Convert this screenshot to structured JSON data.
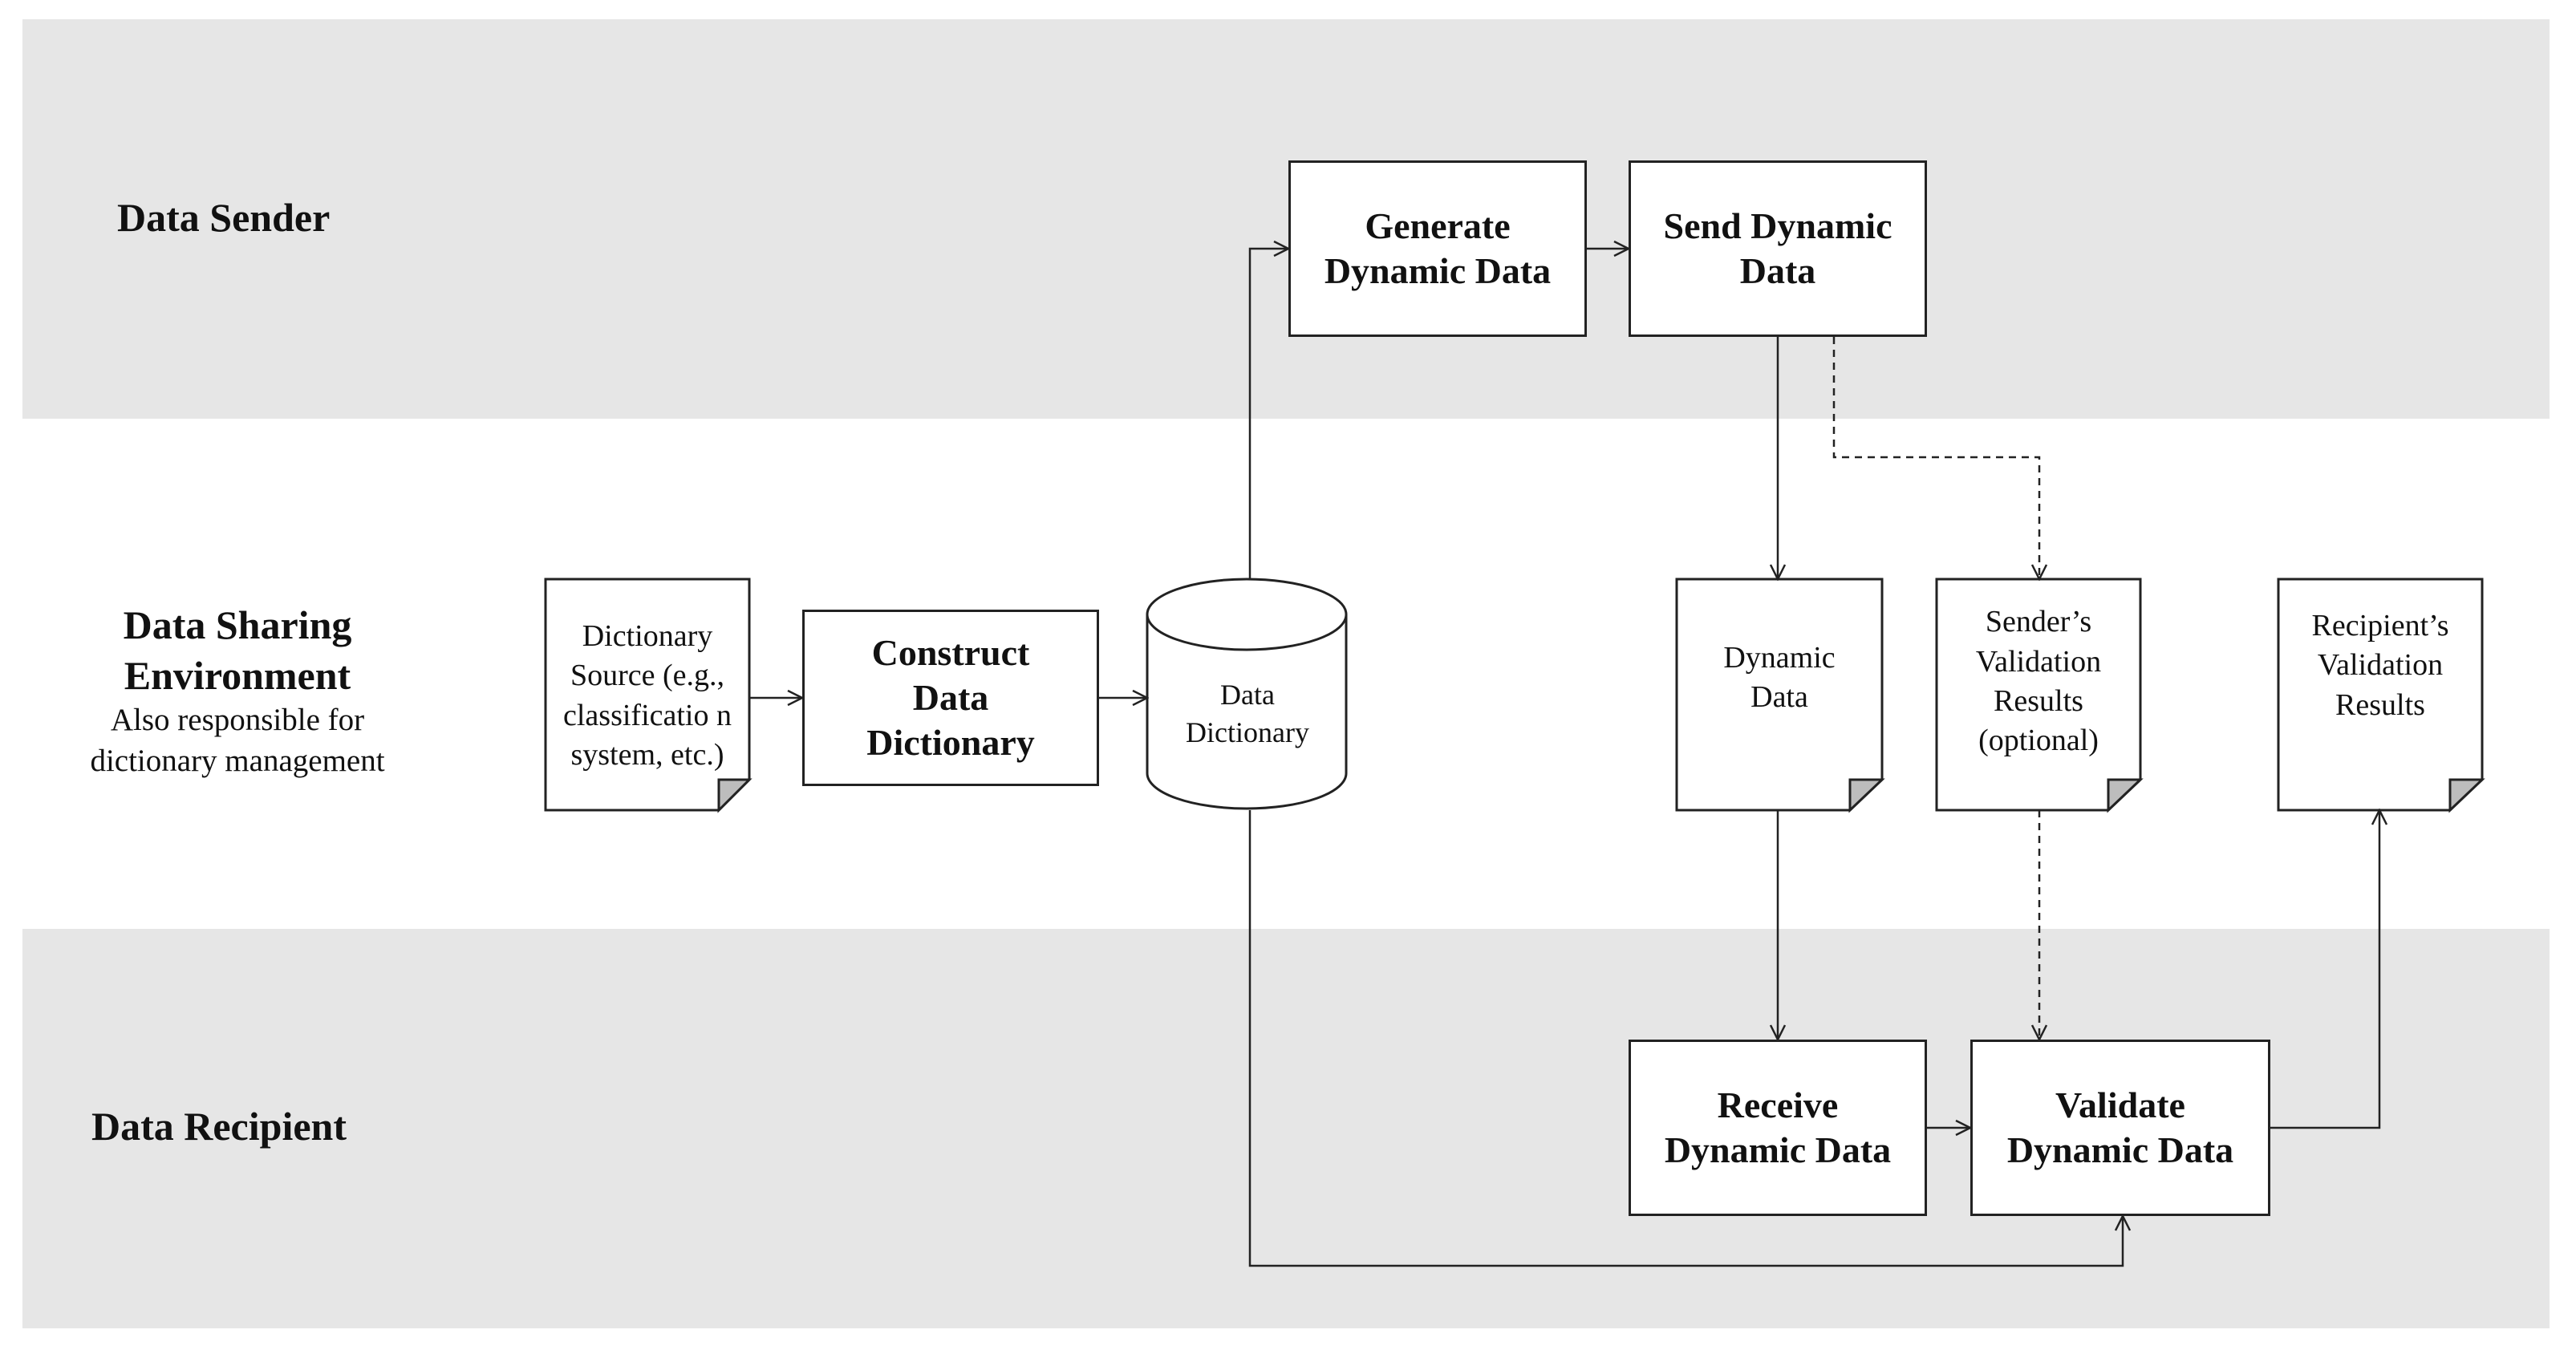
{
  "lanes": {
    "sender": "Data Sender",
    "environment": "Data Sharing Environment",
    "environment_sub": "Also responsible for dictionary management",
    "recipient": "Data Recipient"
  },
  "nodes": {
    "generate": "Generate Dynamic Data",
    "send": "Send Dynamic Data",
    "dictionary_source": "Dictionary Source (e.g., classificatio n system, etc.)",
    "construct": "Construct Data Dictionary",
    "data_dictionary": "Data Dictionary",
    "dynamic_data": "Dynamic Data",
    "sender_validation": "Sender’s Validation Results (optional)",
    "recipient_validation": "Recipient’s Validation Results",
    "receive": "Receive Dynamic Data",
    "validate": "Validate Dynamic Data"
  },
  "colors": {
    "lane_fill": "#e6e6e6",
    "stroke": "#222222",
    "page_corner": "#bdbdbd"
  }
}
